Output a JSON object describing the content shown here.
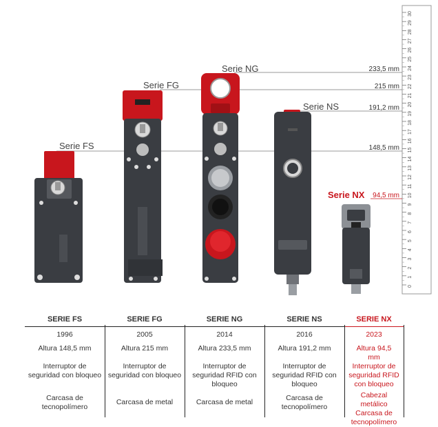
{
  "colors": {
    "accent": "#c8161d",
    "housing": "#3a3d42",
    "red_head": "#c8161d"
  },
  "series_labels": {
    "fs": "Serie FS",
    "fg": "Serie FG",
    "ng": "Serie NG",
    "ns": "Serie NS",
    "nx": "Serie NX"
  },
  "height_labels": {
    "ng": "233,5 mm",
    "fg": "215 mm",
    "ns": "191,2 mm",
    "fs": "148,5 mm",
    "nx": "94,5 mm"
  },
  "ruler": {
    "min": 0,
    "max": 30,
    "unit": "cm"
  },
  "columns": [
    {
      "head": "SERIE FS",
      "year": "1996",
      "height": "Altura 148,5 mm",
      "desc": "Interruptor de seguridad con bloqueo",
      "housing": "Carcasa de tecnopolímero"
    },
    {
      "head": "SERIE FG",
      "year": "2005",
      "height": "Altura 215 mm",
      "desc": "Interruptor de seguridad con bloqueo",
      "housing": "Carcasa de metal"
    },
    {
      "head": "SERIE NG",
      "year": "2014",
      "height": "Altura 233,5 mm",
      "desc": "Interruptor de seguridad RFID con bloqueo",
      "housing": "Carcasa de metal"
    },
    {
      "head": "SERIE NS",
      "year": "2016",
      "height": "Altura 191,2 mm",
      "desc": "Interruptor de seguridad RFID con bloqueo",
      "housing": "Carcasa de tecnopolímero"
    },
    {
      "head": "SERIE NX",
      "year": "2023",
      "height": "Altura 94,5 mm",
      "desc": "Interruptor de seguridad RFID con bloqueo",
      "housing": "Cabezal metálico Carcasa de tecnopolímero"
    }
  ]
}
